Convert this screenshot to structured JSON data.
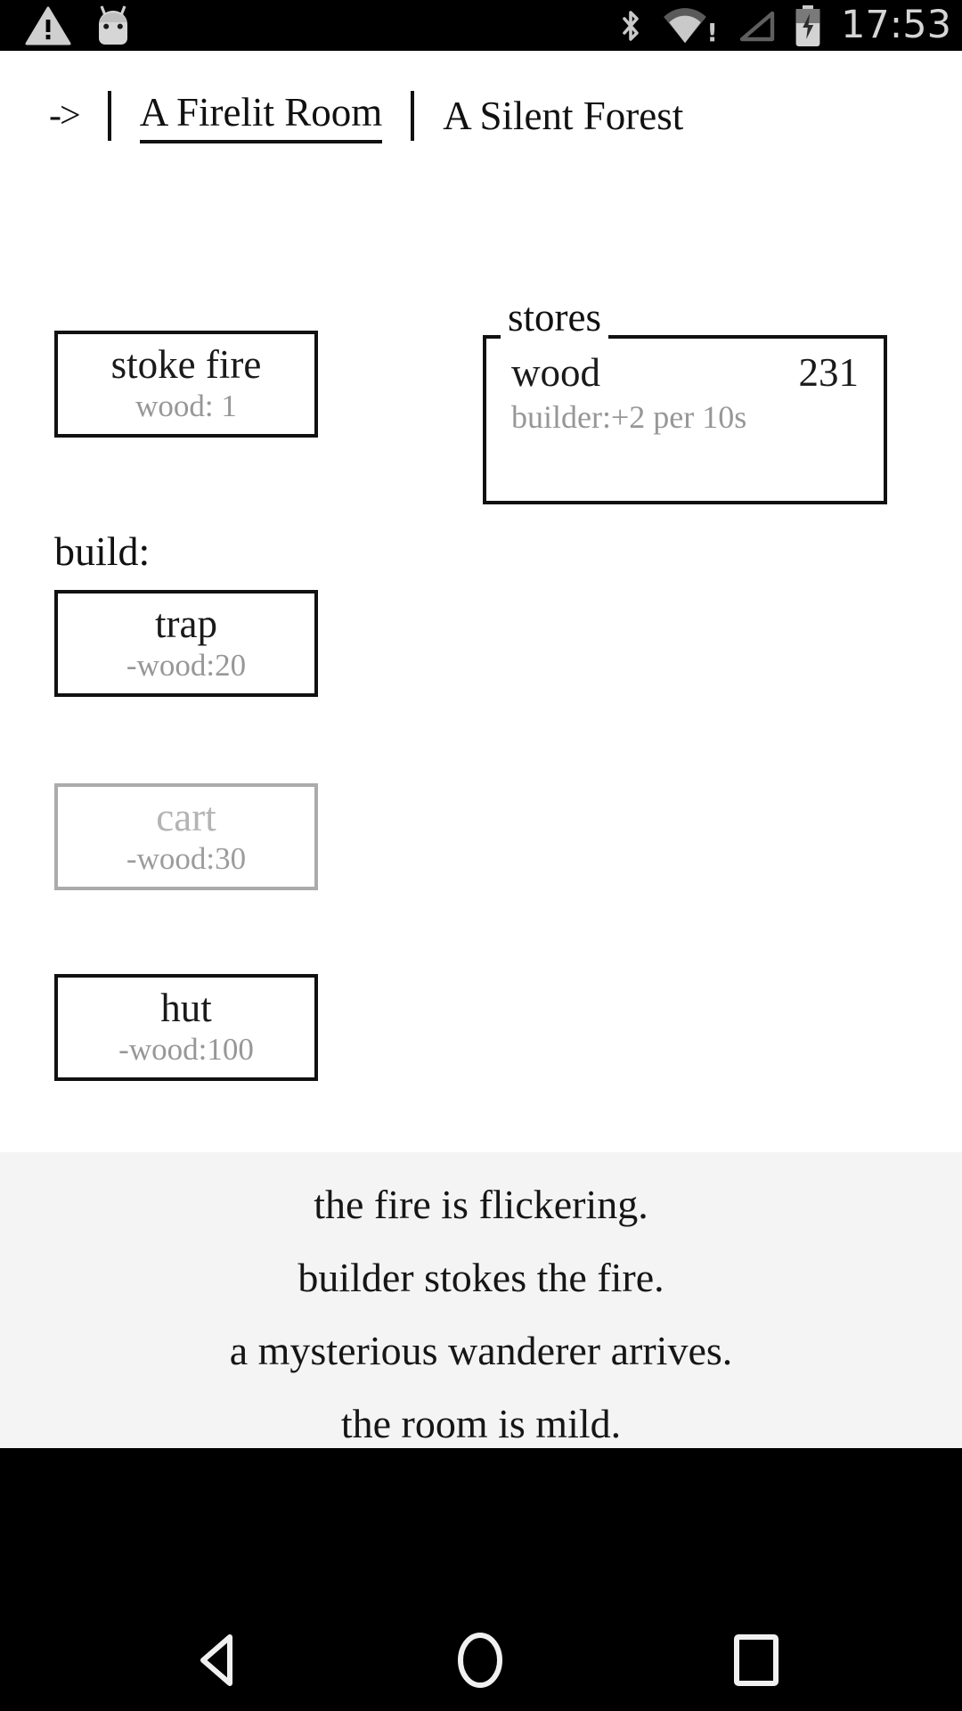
{
  "status_bar": {
    "time": "17:53",
    "left_icons": [
      "warning-icon",
      "android-icon"
    ],
    "right_icons": [
      "bluetooth-icon",
      "wifi-alert-icon",
      "signal-empty-icon",
      "battery-charging-icon"
    ],
    "wifi_alert_mark": "!"
  },
  "header": {
    "back_arrow": "->",
    "tabs": [
      {
        "label": "A Firelit Room",
        "active": true
      },
      {
        "label": "A Silent Forest",
        "active": false
      }
    ]
  },
  "room": {
    "stoke_button": {
      "label": "stoke fire",
      "cost": "wood: 1"
    },
    "stores": {
      "title": "stores",
      "rows": [
        {
          "name": "wood",
          "value": "231"
        }
      ],
      "income_note": "builder:+2 per 10s"
    },
    "build_section": {
      "label": "build:",
      "buttons": [
        {
          "label": "trap",
          "cost": "-wood:20",
          "enabled": true
        },
        {
          "label": "cart",
          "cost": "-wood:30",
          "enabled": false
        },
        {
          "label": "hut",
          "cost": "-wood:100",
          "enabled": true
        }
      ]
    }
  },
  "messages": [
    "the fire is flickering.",
    "builder stokes the fire.",
    "a mysterious wanderer arrives.",
    "the room is mild."
  ],
  "nav_bar": {
    "buttons": [
      "back-button",
      "home-button",
      "recents-button"
    ]
  },
  "colors": {
    "text": "#111111",
    "muted": "#979797",
    "disabled_text": "#b4b4b4",
    "disabled_border": "#ababab",
    "log_background": "#f4f4f4",
    "bar_background": "#000000",
    "status_icon": "#cfcfcf"
  }
}
